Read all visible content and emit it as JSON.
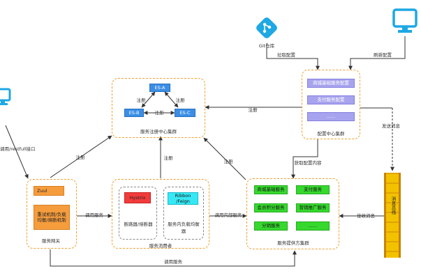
{
  "registry": {
    "title": "服务注册中心集群",
    "nodes": [
      "ES-A",
      "ES-B",
      "ES-C"
    ],
    "peer_label": "注册",
    "peer_label_ab": "注册",
    "peer_label_ac": "注册"
  },
  "config_center": {
    "title": "配置中心集群",
    "items": [
      "商城基础服务配置",
      "支付服务配置",
      "......"
    ]
  },
  "git": {
    "label": "Git仓库"
  },
  "gateway": {
    "title": "服务网关",
    "zuul": "Zuul",
    "features": "重试机制/负载均衡/熔断机制"
  },
  "consumer": {
    "title": "服务消费者",
    "hystrix": "Hystrix",
    "hystrix_desc": "断路器/熔断器",
    "ribbon": "Ribbon /Feign",
    "ribbon_desc": "服务内负载均衡器"
  },
  "provider": {
    "title": "服务提供方集群",
    "services": [
      "商城基础服务",
      "支付服务",
      "会员积分服务",
      "营销推广服务",
      "分销服务",
      "......"
    ]
  },
  "bus": {
    "label": "消息总线"
  },
  "edges": {
    "client_call": "调用/restfull接口",
    "gateway_register": "注册",
    "consumer_register": "注册",
    "provider_register": "注册",
    "config_register": "注册",
    "gateway_to_consumer": "调用服务",
    "consumer_to_provider": "调用内部服务",
    "bottom_call": "调用服务",
    "pull_config": "拉取配置",
    "refresh_config": "刷新配置",
    "fetch_config": "获取配置内容",
    "send_msg": "发送消息",
    "recv_msg": "接收消息"
  },
  "colors": {
    "border_orange": "#f0a030",
    "node_blue": "#3a8ee6",
    "service_green": "#36d82e",
    "config_lavender": "#a7a3ee",
    "bus_yellow": "#f2c200",
    "monitor_blue": "#1ea8e4"
  },
  "icons": [
    "monitor-icon",
    "git-icon",
    "message-bus-icon"
  ]
}
